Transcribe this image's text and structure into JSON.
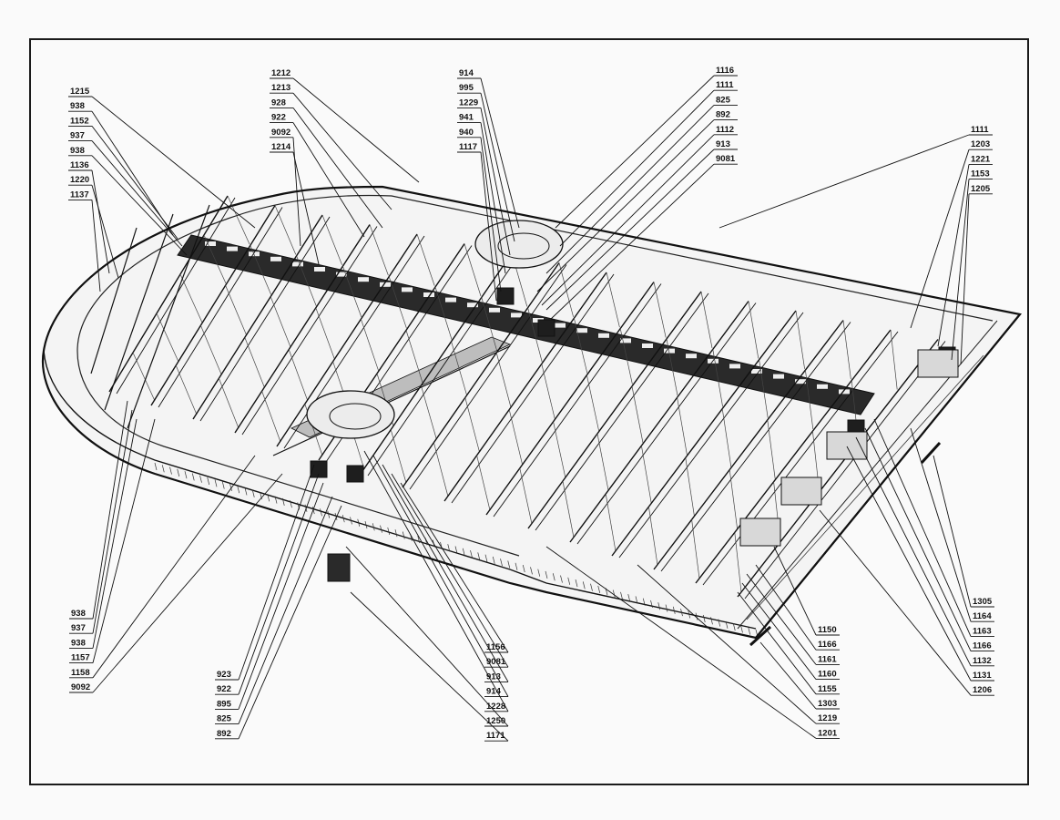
{
  "figure": {
    "label_groups": [
      {
        "id": "g-left-top",
        "labels": [
          "1215",
          "938",
          "1152",
          "937",
          "938",
          "1136",
          "1220",
          "1137"
        ]
      },
      {
        "id": "g-mid-left-top",
        "labels": [
          "1212",
          "1213",
          "928",
          "922",
          "9092",
          "1214"
        ]
      },
      {
        "id": "g-mid-top",
        "labels": [
          "914",
          "995",
          "1229",
          "941",
          "940",
          "1117"
        ]
      },
      {
        "id": "g-mid-right-top",
        "labels": [
          "1116",
          "1111",
          "825",
          "892",
          "1112",
          "913",
          "9081"
        ]
      },
      {
        "id": "g-right-top",
        "labels": [
          "1111",
          "1203",
          "1221",
          "1153",
          "1205"
        ]
      },
      {
        "id": "g-left-bottom",
        "labels": [
          "938",
          "937",
          "938",
          "1157",
          "1158",
          "9092"
        ]
      },
      {
        "id": "g-mid-left-bottom",
        "labels": [
          "923",
          "922",
          "895",
          "825",
          "892"
        ]
      },
      {
        "id": "g-mid-bottom",
        "labels": [
          "1156",
          "9081",
          "913",
          "914",
          "1228",
          "1250",
          "1171"
        ]
      },
      {
        "id": "g-right-bottom-a",
        "labels": [
          "1150",
          "1166",
          "1161",
          "1160",
          "1155",
          "1303",
          "1219",
          "1201"
        ]
      },
      {
        "id": "g-right-bottom-b",
        "labels": [
          "1305",
          "1164",
          "1163",
          "1166",
          "1132",
          "1131",
          "1206"
        ]
      }
    ]
  }
}
